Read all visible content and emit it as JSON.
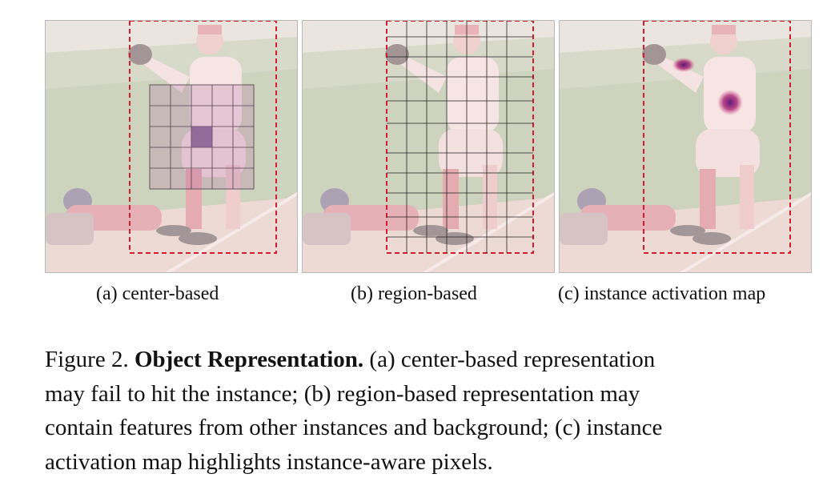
{
  "figure": {
    "panels": [
      {
        "label": "(a) center-based",
        "variant": "center-grid"
      },
      {
        "label": "(b) region-based",
        "variant": "region-grid"
      },
      {
        "label": "(c) instance activation map",
        "variant": "activation-map"
      }
    ],
    "caption": {
      "prefix": "Figure 2.",
      "title": "Object Representation.",
      "line1_rest": "(a) center-based representation",
      "line2": "may fail to hit the instance; (b) region-based representation may",
      "line3": "contain features from other instances and background; (c) instance",
      "line4": "activation map highlights instance-aware pixels."
    }
  },
  "colors": {
    "bbox": "#d01e2e",
    "overlay": "#f3d3da",
    "grass": "#86ad72",
    "dirt": "#c9a48f",
    "activation": "#b0125e",
    "center_cell": "#8a4a7c"
  }
}
